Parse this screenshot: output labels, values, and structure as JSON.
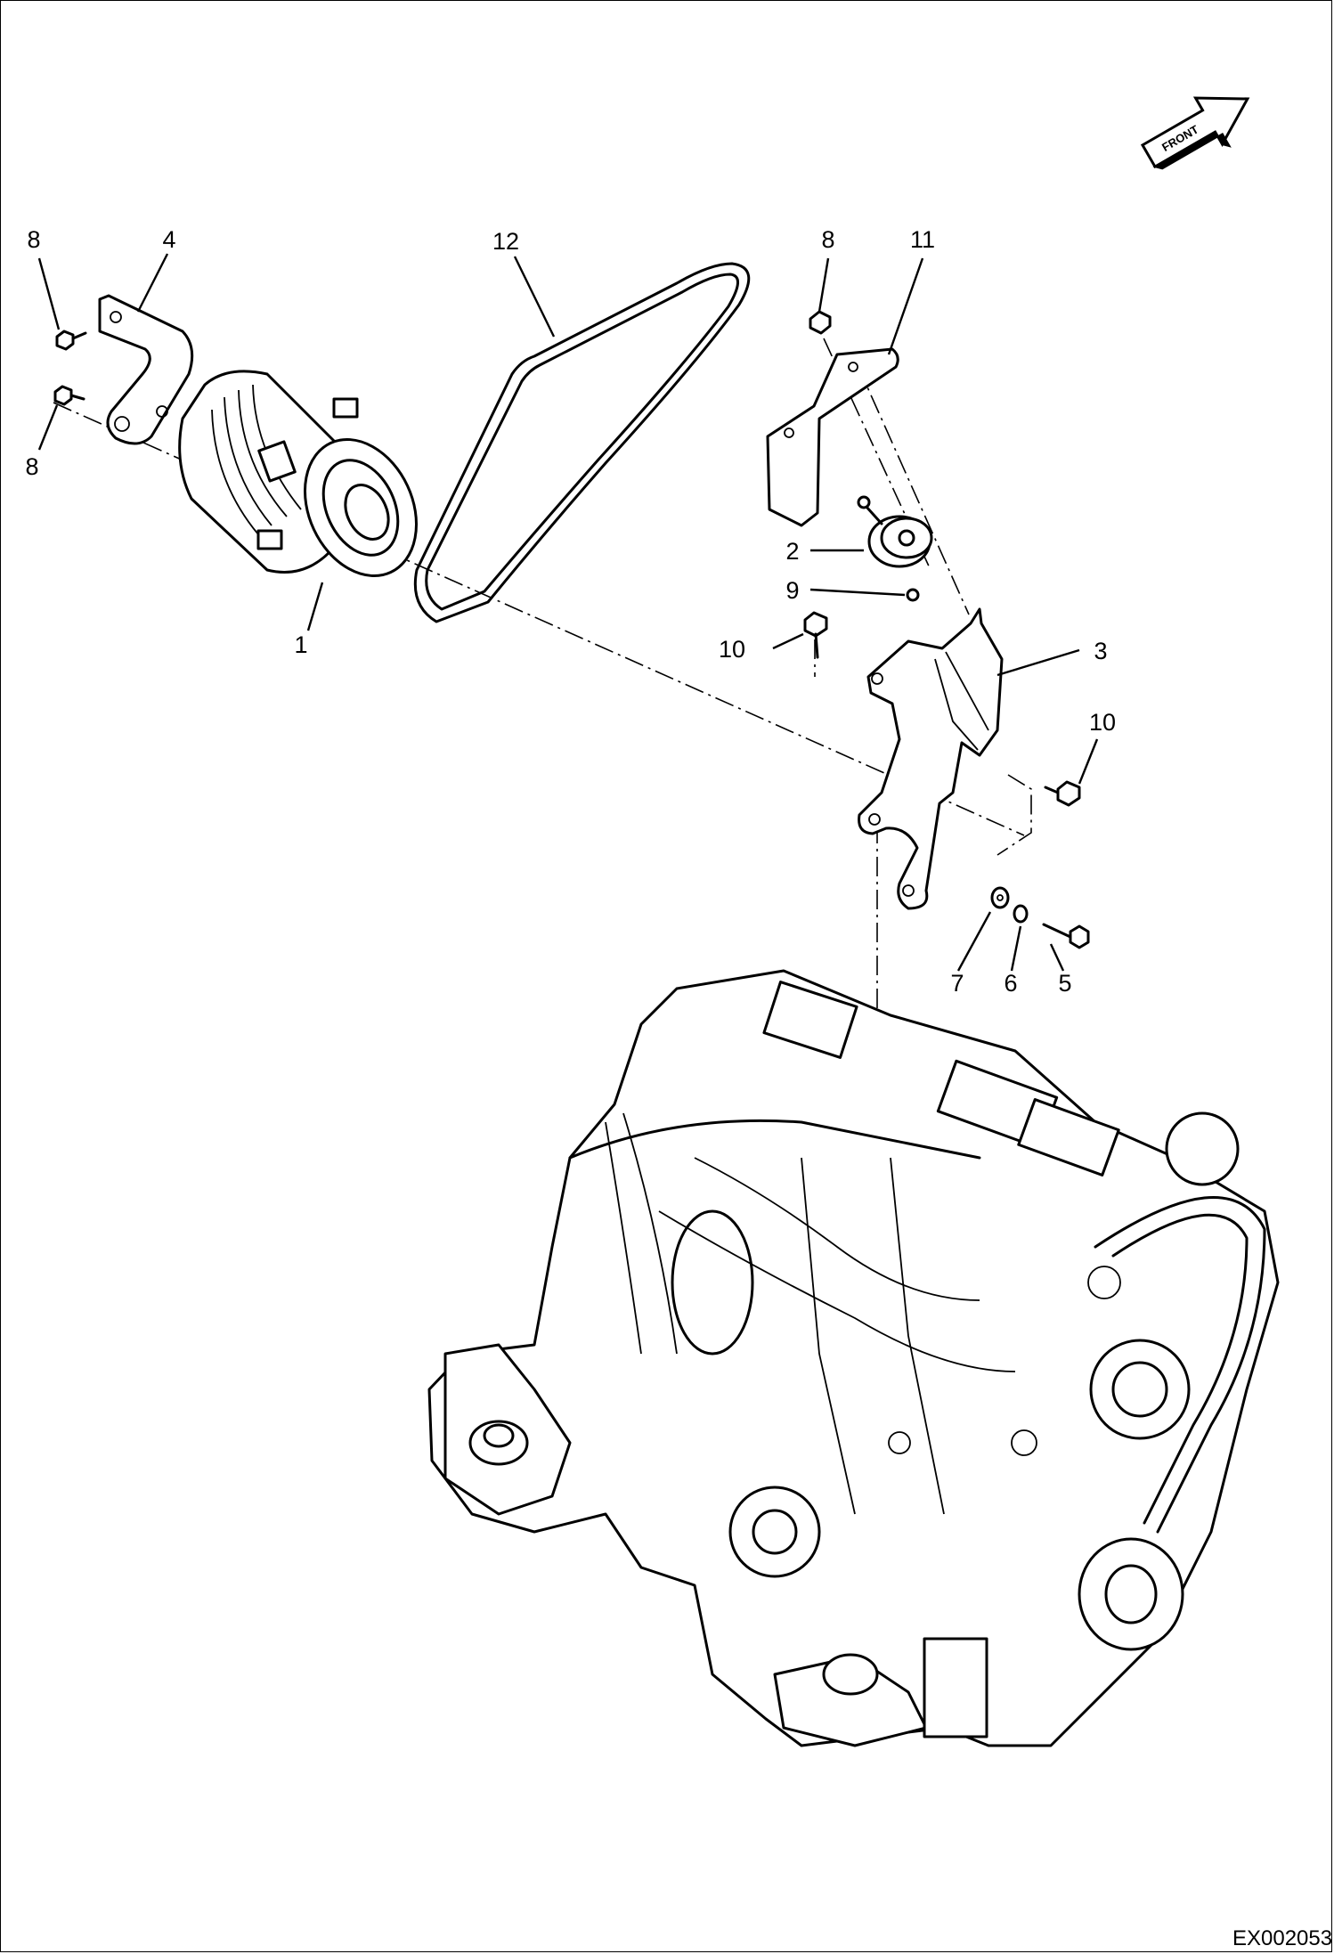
{
  "front_arrow": {
    "label": "FRONT"
  },
  "callouts": {
    "c1": "1",
    "c2": "2",
    "c3": "3",
    "c4": "4",
    "c5": "5",
    "c6": "6",
    "c7": "7",
    "c8_top": "8",
    "c8_left": "8",
    "c8_mid": "8",
    "c9": "9",
    "c10_left": "10",
    "c10_right": "10",
    "c11": "11",
    "c12": "12"
  },
  "drawing_code": "EX002053"
}
